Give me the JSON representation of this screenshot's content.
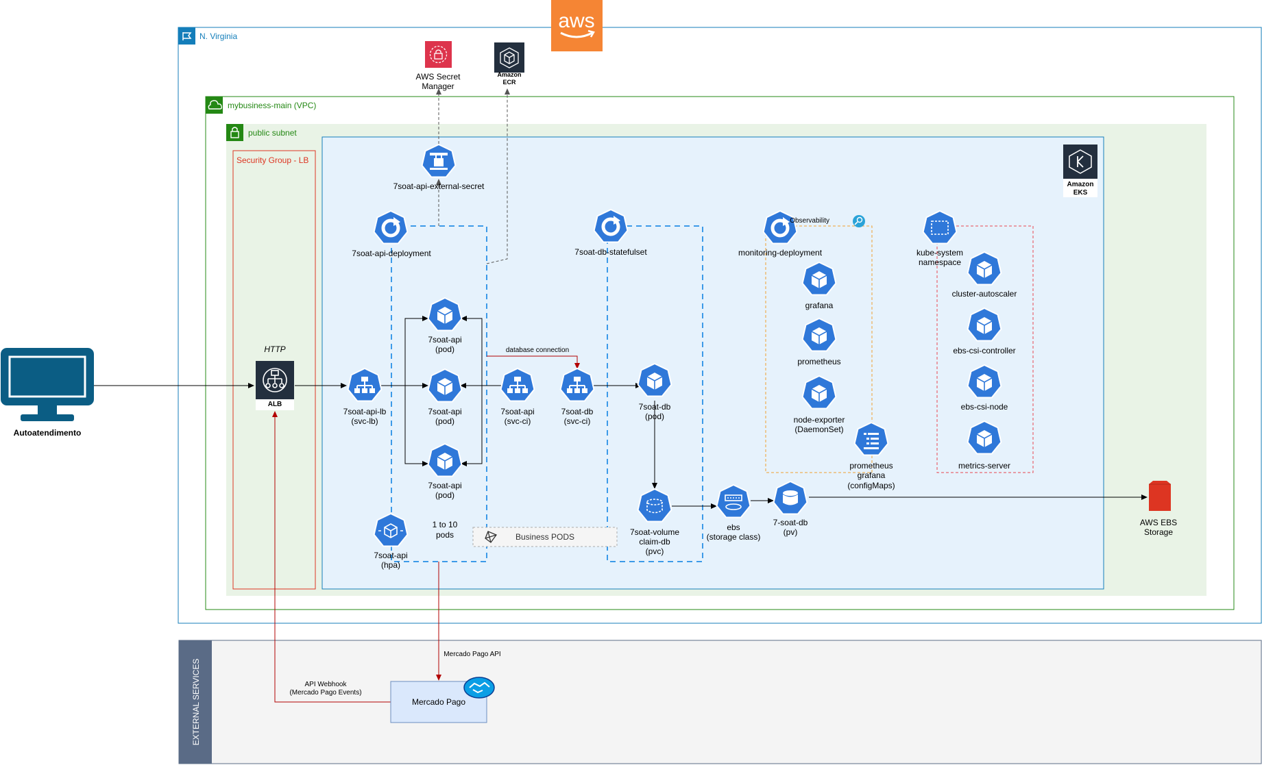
{
  "aws_logo": "aws",
  "groups": {
    "region": "N. Virginia",
    "vpc": "mybusiness-main (VPC)",
    "subnet": "public subnet",
    "security_group": "Security Group - LB",
    "external": "EXTERNAL SERVICES",
    "business_pods": "Business PODS",
    "observability": "Observability"
  },
  "services": {
    "secret_manager": [
      "AWS Secret",
      "Manager"
    ],
    "ecr": [
      "Amazon",
      "ECR"
    ],
    "eks": [
      "Amazon",
      "EKS"
    ],
    "ebs_storage": [
      "AWS EBS",
      "Storage"
    ],
    "mercado_pago": "Mercado Pago"
  },
  "client": "Autoatendimento",
  "alb": {
    "protocol": "HTTP",
    "label": "ALB"
  },
  "api": {
    "external_secret": "7soat-api-external-secret",
    "deployment": "7soat-api-deployment",
    "svc_lb": [
      "7soat-api-lb",
      "(svc-lb)"
    ],
    "pod1": [
      "7soat-api",
      "(pod)"
    ],
    "pod2": [
      "7soat-api",
      "(pod)"
    ],
    "pod3": [
      "7soat-api",
      "(pod)"
    ],
    "svc_ci": [
      "7soat-api",
      "(svc-ci)"
    ],
    "hpa": [
      "7soat-api",
      "(hpa)"
    ],
    "scale": [
      "1 to 10",
      "pods"
    ]
  },
  "db": {
    "statefulset": "7soat-db-statefulset",
    "svc": [
      "7soat-db",
      "(svc-ci)"
    ],
    "pod": [
      "7soat-db",
      "(pod)"
    ],
    "pvc": [
      "7soat-volume",
      "claim-db",
      "(pvc)"
    ],
    "storage_class": [
      "ebs",
      "(storage class)"
    ],
    "pv": [
      "7-soat-db",
      "(pv)"
    ]
  },
  "monitoring": {
    "deployment": "monitoring-deployment",
    "grafana": "grafana",
    "prometheus": "prometheus",
    "node_exporter": [
      "node-exporter",
      "(DaemonSet)"
    ],
    "configmaps": [
      "prometheus",
      "grafana",
      "(configMaps)"
    ]
  },
  "kube_system": {
    "namespace": [
      "kube-system",
      "namespace"
    ],
    "items": [
      "cluster-autoscaler",
      "ebs-csi-controller",
      "ebs-csi-node",
      "metrics-server"
    ]
  },
  "edge_labels": {
    "db_connection": "database connection",
    "mp_api": "Mercado Pago API",
    "webhook": [
      "API Webhook",
      "(Mercado Pago Events)"
    ]
  }
}
